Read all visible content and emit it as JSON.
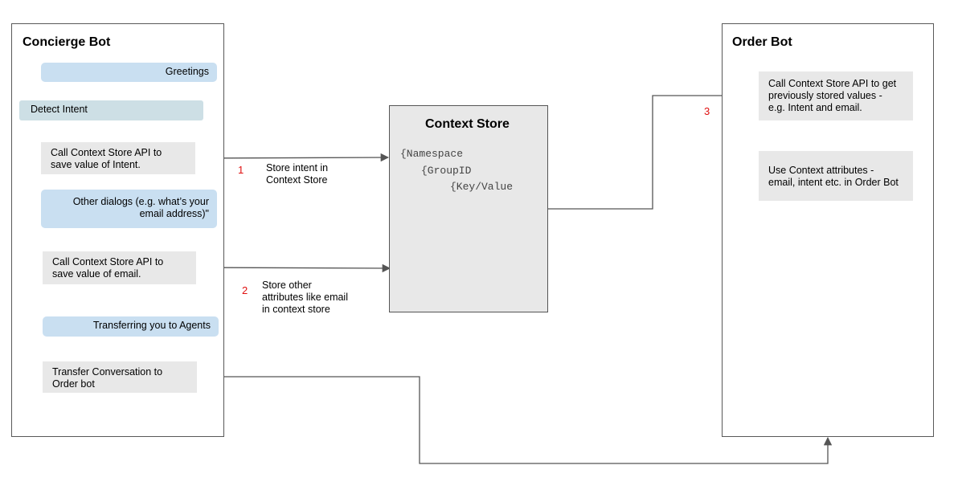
{
  "concierge": {
    "title": "Concierge Bot",
    "greetings": "Greetings",
    "detect_intent": "Detect Intent",
    "call_intent": "Call Context Store API to\nsave value of Intent.",
    "other_dialogs": "Other dialogs (e.g. what’s your\nemail address)\"",
    "call_email": "Call Context Store API to\nsave value of email.",
    "transferring": "Transferring you to Agents",
    "transfer_conv": "Transfer Conversation to\nOrder bot"
  },
  "context_store": {
    "title": "Context Store",
    "namespace": "{Namespace",
    "group": "{GroupID",
    "keyvalue": "{Key/Value"
  },
  "order": {
    "title": "Order Bot",
    "call_get": "Call Context Store API to get\npreviously stored values -\ne.g. Intent and email.",
    "use_attrs": "Use Context attributes -\nemail, intent etc. in Order Bot"
  },
  "steps": {
    "step1": {
      "number": "1",
      "label": "Store intent in\nContext Store"
    },
    "step2": {
      "number": "2",
      "label": "Store other\nattributes like email\nin context store"
    },
    "step3": {
      "number": "3"
    }
  },
  "colors": {
    "gray_box": "#e8e8e8",
    "blue_box": "#c9dff1",
    "teal_box": "#cddfe5",
    "step_number": "#e01010",
    "store_fill": "#e8e8e8"
  }
}
